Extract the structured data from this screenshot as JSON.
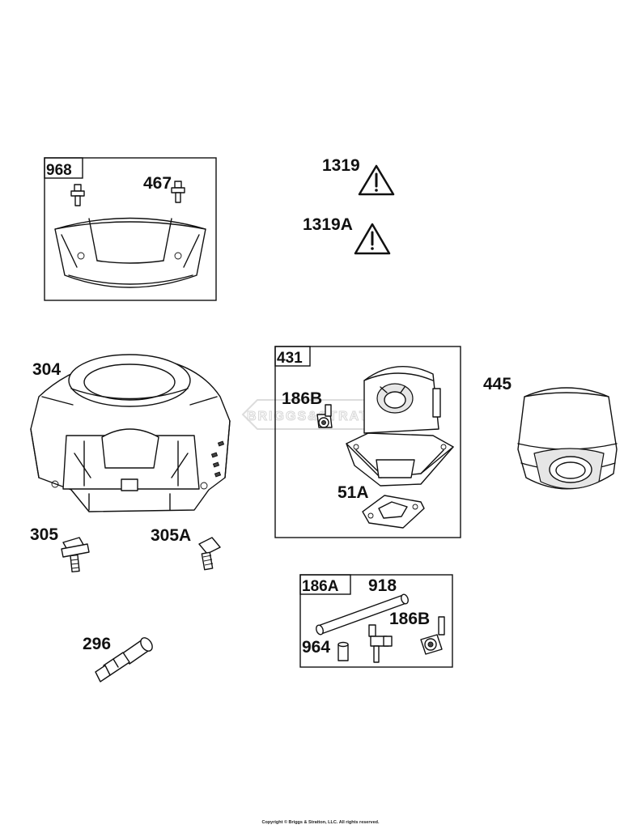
{
  "labels": {
    "p968": "968",
    "p467": "467",
    "p1319": "1319",
    "p1319A": "1319A",
    "p304": "304",
    "p431": "431",
    "p186B_a": "186B",
    "p445": "445",
    "p51A": "51A",
    "p305": "305",
    "p305A": "305A",
    "p186A": "186A",
    "p918": "918",
    "p186B_b": "186B",
    "p964": "964",
    "p296": "296"
  },
  "watermark": "BRIGGS&STRATTON",
  "copyright": "Copyright © Briggs & Stratton, LLC. All rights reserved."
}
